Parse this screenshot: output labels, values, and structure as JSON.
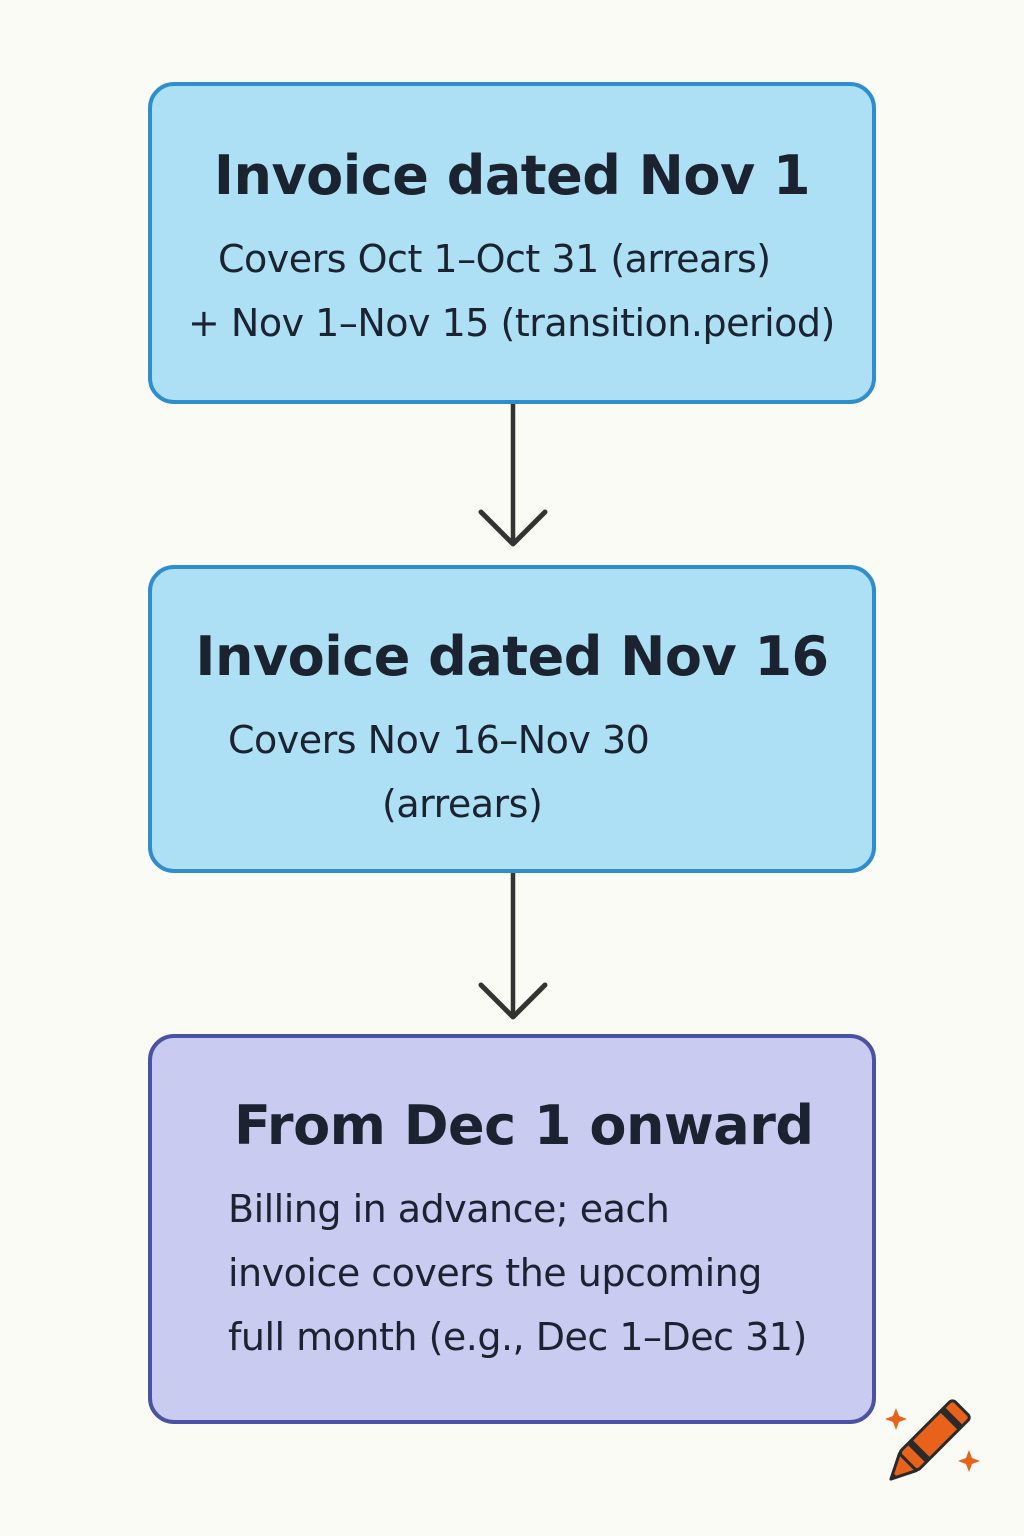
{
  "steps": [
    {
      "title": "Invoice dated Nov 1",
      "lines": [
        "Covers Oct 1–Oct 31 (arrears)",
        "+ Nov 1–Nov 15 (transition.period)"
      ]
    },
    {
      "title": "Invoice dated Nov 16",
      "lines": [
        "Covers Nov 16–Nov 30",
        "(arrears)"
      ]
    },
    {
      "title": "From Dec 1 onward",
      "lines": [
        "Billing in advance; each",
        "invoice covers the upcoming",
        "full month (e.g., Dec 1–Dec 31)"
      ]
    }
  ],
  "colors": {
    "transition_box_fill": "#ade0f4",
    "transition_box_border": "#2f8ed0",
    "advance_box_fill": "#c9cbf1",
    "advance_box_border": "#4a52a6",
    "arrow": "#333333",
    "logo": "#e8621c"
  },
  "icons": {
    "flow_arrow": "arrow-down-icon",
    "logo": "crayon-icon"
  }
}
